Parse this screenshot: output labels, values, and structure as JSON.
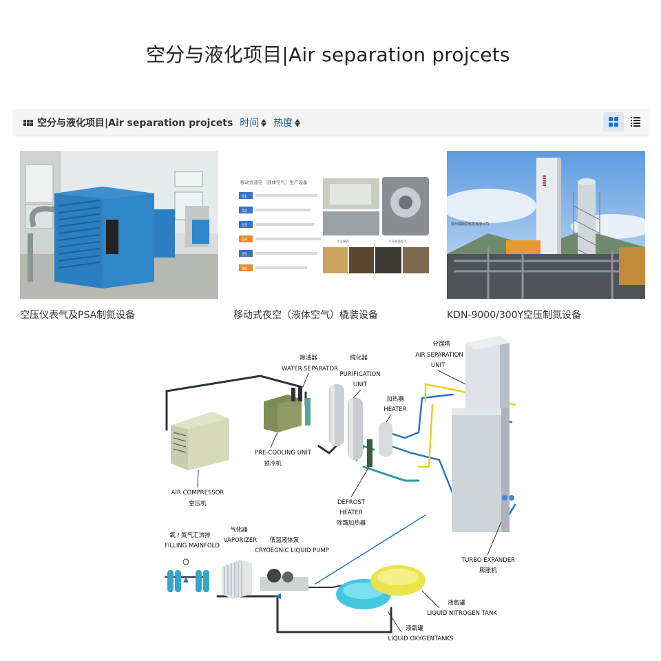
{
  "page": {
    "title": "空分与液化项目|Air separation projcets"
  },
  "toolbar": {
    "heading": "空分与液化项目|Air separation projcets",
    "sort_time": "时间",
    "sort_heat": "热度",
    "grid_view_icon": "grid-view-icon",
    "list_view_icon": "list-view-icon"
  },
  "cards": [
    {
      "caption": "空压仪表气及PSA制氮设备",
      "photo": "compressor-room"
    },
    {
      "caption": "移动式夜空（液体空气）橇装设备",
      "photo": "liquid-air-slides",
      "slide_title": "移动式液空（液体空气）生产设备",
      "slide_steps": [
        "01",
        "02",
        "03",
        "04",
        "05",
        "06"
      ],
      "slide_captions": [
        "冷冻保存",
        "冷冻食品加工"
      ]
    },
    {
      "caption": "KDN-9000/300Y空压制氮设备",
      "photo": "air-separation-tower",
      "photo_text": "杭州福斯达科技有限公司"
    }
  ],
  "diagram": {
    "air_separation_unit": {
      "cn": "分馏塔",
      "en1": "AIR SEPARATION",
      "en2": "UNIT"
    },
    "water_separator": {
      "cn": "除油器",
      "en": "WATER SEPARATOR"
    },
    "purification_unit": {
      "cn": "纯化器",
      "en1": "PURIFICATION",
      "en2": "UNIT"
    },
    "heater": {
      "cn": "加热器",
      "en": "HEATER"
    },
    "pre_cooling_unit": {
      "en": "PRE-COOLING UNIT",
      "cn": "预冷机"
    },
    "air_compressor": {
      "en": "AIR COMPRESSOR",
      "cn": "空压机"
    },
    "defrost_heater": {
      "en1": "DEFROST",
      "en2": "HEATER",
      "cn": "除霜加热器"
    },
    "filling_manifold": {
      "cn": "氧 / 氮气汇流排",
      "en": "FILLING MAINFOLD"
    },
    "vaporizer": {
      "cn": "气化器",
      "en": "VAPORIZER"
    },
    "cryo_pump": {
      "cn": "低温液体泵",
      "en": "CRYOEGNIC LIQUID PUMP"
    },
    "turbo_expander": {
      "en": "TURBO EXPANDER",
      "cn": "膨胀机"
    },
    "liquid_nitrogen_tank": {
      "cn": "液氮罐",
      "en": "LIQUID NITROGEN TANK"
    },
    "liquid_oxygen_tanks": {
      "cn": "液氧罐",
      "en": "LIQUID OXYGENTANKS"
    }
  }
}
